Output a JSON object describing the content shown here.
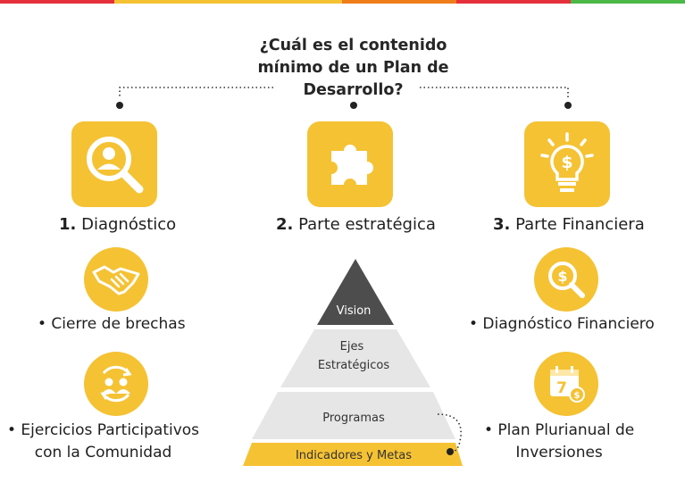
{
  "title": {
    "line1": "¿Cuál es el contenido",
    "line2": "mínimo de un Plan de",
    "line3": "Desarrollo?"
  },
  "colors": {
    "accent": "#f5c234",
    "bar": [
      "#e5303b",
      "#f5c234",
      "#f5c234",
      "#ef7d1a",
      "#e5303b",
      "#4cb848"
    ],
    "pyramid_top": "#4d4d4d",
    "pyramid_mid": "#e6e6e6",
    "pyramid_base": "#f5c234"
  },
  "sections": [
    {
      "number": "1.",
      "title": "Diagnóstico",
      "icon": "magnifier-person-icon",
      "items": [
        {
          "icon": "handshake-icon",
          "lines": [
            "• Cierre de brechas"
          ]
        },
        {
          "icon": "community-cycle-icon",
          "lines": [
            "•  Ejercicios Participativos",
            "con la Comunidad"
          ]
        }
      ]
    },
    {
      "number": "2.",
      "title": "Parte estratégica",
      "icon": "puzzle-piece-icon",
      "pyramid": [
        "Vision",
        "Ejes\nEstratégicos",
        "Programas",
        "Indicadores y Metas"
      ]
    },
    {
      "number": "3.",
      "title": "Parte Financiera",
      "icon": "lightbulb-dollar-icon",
      "items": [
        {
          "icon": "magnifier-dollar-icon",
          "lines": [
            "• Diagnóstico Financiero"
          ]
        },
        {
          "icon": "calendar-dollar-icon",
          "calendar_number": "7",
          "lines": [
            "•  Plan Plurianual de",
            "Inversiones"
          ]
        }
      ]
    }
  ]
}
